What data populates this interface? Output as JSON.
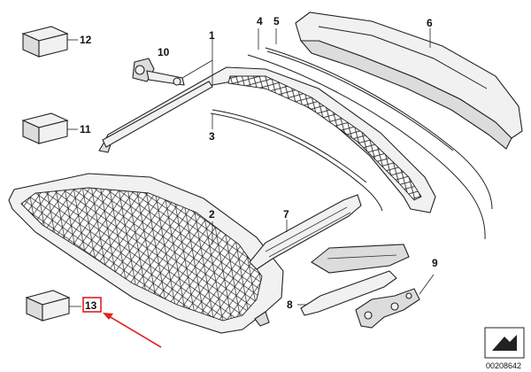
{
  "callouts": {
    "c1": "1",
    "c2": "2",
    "c3": "3",
    "c4": "4",
    "c5": "5",
    "c6": "6",
    "c7": "7",
    "c8": "8",
    "c9": "9",
    "c10": "10",
    "c11": "11",
    "c12": "12",
    "c13": "13"
  },
  "diagram_number": "00208642",
  "colors": {
    "highlight_box": "#e02020",
    "arrow": "#e02020",
    "line": "#222222"
  }
}
